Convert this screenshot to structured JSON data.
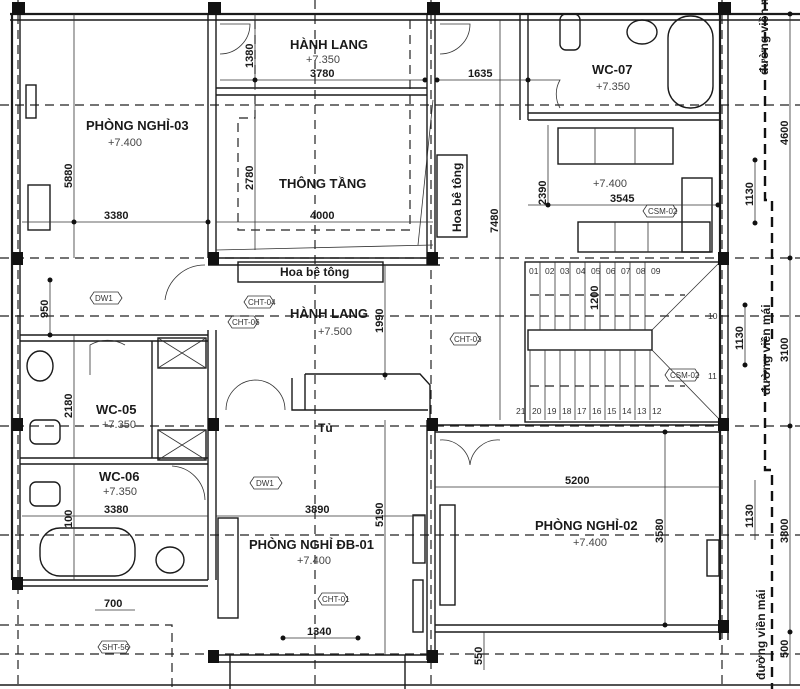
{
  "rooms": {
    "phong_nghi_03": {
      "name": "PHÒNG NGHỈ-03",
      "level": "+7.400"
    },
    "hanh_lang_top": {
      "name": "HÀNH LANG",
      "level": "+7.350"
    },
    "thong_tang": {
      "name": "THÔNG TẦNG"
    },
    "wc_07": {
      "name": "WC-07",
      "level": "+7.350"
    },
    "living": {
      "level": "+7.400"
    },
    "hanh_lang_mid": {
      "name": "HÀNH LANG",
      "level": "+7.500"
    },
    "wc_05": {
      "name": "WC-05",
      "level": "+7.350"
    },
    "wc_06": {
      "name": "WC-06",
      "level": "+7.350"
    },
    "phong_nghi_db_01": {
      "name": "PHÒNG NGHỈ ĐB-01",
      "level": "+7.400"
    },
    "phong_nghi_02": {
      "name": "PHÒNG NGHỈ-02",
      "level": "+7.400"
    }
  },
  "labels": {
    "hoa_be_tong_h": "Hoa bê tông",
    "hoa_be_tong_v": "Hoa bê tông",
    "tu": "Tủ",
    "duong_vien_mai_1": "đường viền mái",
    "duong_vien_mai_2": "đường viền mái",
    "duong_vien_mai_3": "đường viền mái"
  },
  "tags": {
    "dw1_a": "DW1",
    "dw1_b": "DW1",
    "cht_04": "CHT-04",
    "cht_06": "CHT-06",
    "cht_03": "CHT-03",
    "cht_01": "CHT-01",
    "csm_02_a": "CSM-02",
    "csm_02_b": "CSM-02",
    "sht_56": "SHT-56"
  },
  "dimensions": {
    "d1380": "1380",
    "d3780": "3780",
    "d1635": "1635",
    "d5880": "5880",
    "d2780": "2780",
    "d3380_a": "3380",
    "d4000": "4000",
    "d7480": "7480",
    "d2390": "2390",
    "d3545": "3545",
    "d4600": "4600",
    "d1130_a": "1130",
    "d950": "950",
    "d1200": "1200",
    "d1990": "1990",
    "d1130_b": "1130",
    "d3100": "3100",
    "d2180": "2180",
    "d5200": "5200",
    "d3380_b": "3380",
    "d100": "100",
    "d3890": "3890",
    "d5190": "5190",
    "d1130_c": "1130",
    "d3580": "3580",
    "d3800": "3800",
    "d700": "700",
    "d1340": "1340",
    "d550": "550",
    "d500": "500"
  },
  "stairs": {
    "top": [
      "01",
      "02",
      "03",
      "04",
      "05",
      "06",
      "07",
      "08",
      "09"
    ],
    "mid": [
      "10",
      "11"
    ],
    "bottom": [
      "21",
      "20",
      "19",
      "18",
      "17",
      "16",
      "15",
      "14",
      "13",
      "12"
    ]
  },
  "colors": {
    "line": "#1a1a1a",
    "background": "#ffffff",
    "text_level": "#444444"
  }
}
